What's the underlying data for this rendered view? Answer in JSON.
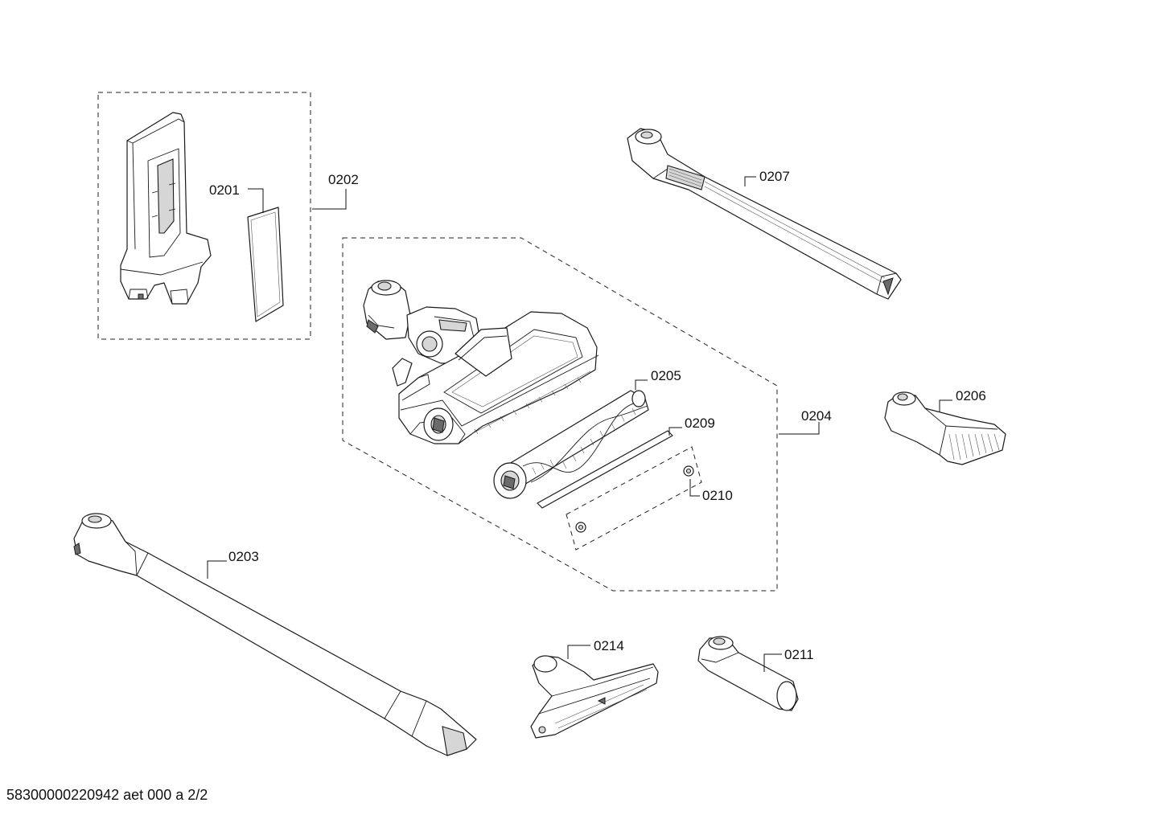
{
  "parts": [
    {
      "id": "0201"
    },
    {
      "id": "0202"
    },
    {
      "id": "0203"
    },
    {
      "id": "0204"
    },
    {
      "id": "0205"
    },
    {
      "id": "0206"
    },
    {
      "id": "0207"
    },
    {
      "id": "0209"
    },
    {
      "id": "0210"
    },
    {
      "id": "0211"
    },
    {
      "id": "0214"
    }
  ],
  "labels": {
    "p0201": "0201",
    "p0202": "0202",
    "p0203": "0203",
    "p0204": "0204",
    "p0205": "0205",
    "p0206": "0206",
    "p0207": "0207",
    "p0209": "0209",
    "p0210": "0210",
    "p0211": "0211",
    "p0214": "0214"
  },
  "footer": "58300000220942 aet 000 a 2/2"
}
